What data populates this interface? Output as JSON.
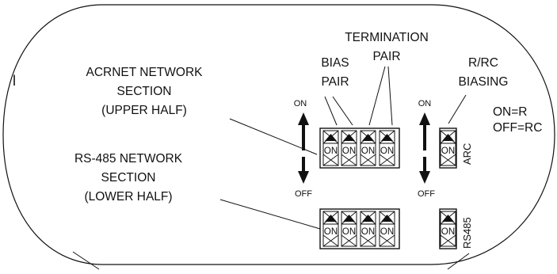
{
  "labels": {
    "acrnet_line1": "ACRNET NETWORK",
    "acrnet_line2": "SECTION",
    "acrnet_line3": "(UPPER HALF)",
    "rs485_line1": "RS-485 NETWORK",
    "rs485_line2": "SECTION",
    "rs485_line3": "(LOWER HALF)",
    "bias_line1": "BIAS",
    "bias_line2": "PAIR",
    "term_line1": "TERMINATION",
    "term_line2": "PAIR",
    "rrc_line1": "R/RC",
    "rrc_line2": "BIASING",
    "on_r": "ON=R",
    "off_rc": "OFF=RC",
    "arrow_left_on": "ON",
    "arrow_left_off": "OFF",
    "arrow_right_on": "ON",
    "arrow_right_off": "OFF",
    "arc": "ARC",
    "rs485": "RS485",
    "edge_mark": "l"
  },
  "switch_on_text": "ON",
  "colors": {
    "ink": "#111111",
    "background": "#ffffff"
  }
}
